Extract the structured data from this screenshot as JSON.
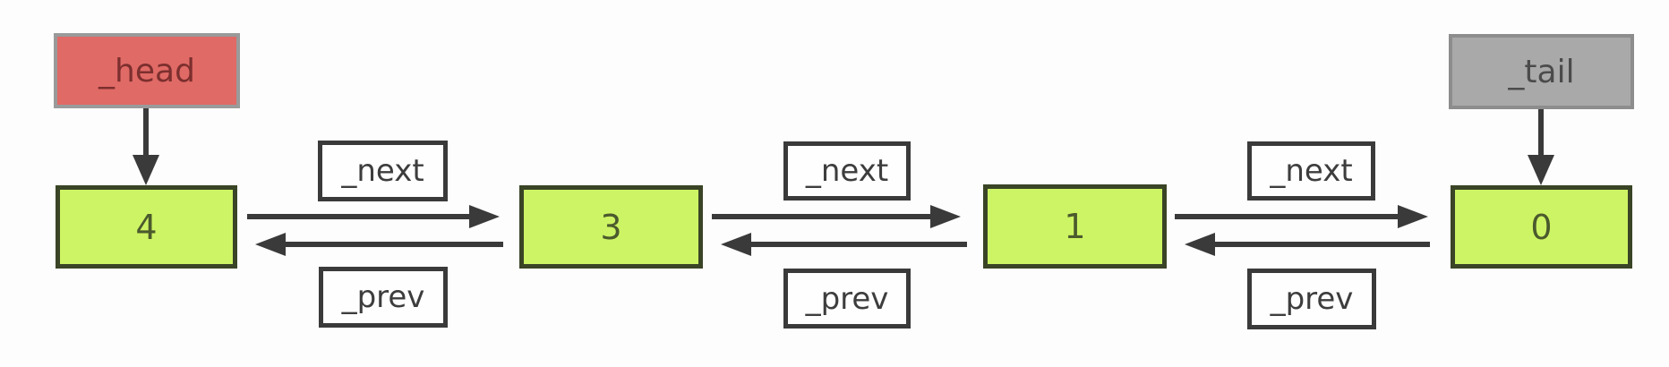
{
  "pointers": {
    "head": {
      "label": "_head"
    },
    "tail": {
      "label": "_tail"
    }
  },
  "nodes": [
    {
      "value": "4"
    },
    {
      "value": "3"
    },
    {
      "value": "1"
    },
    {
      "value": "0"
    }
  ],
  "edges": [
    {
      "next_label": "_next",
      "prev_label": "_prev"
    },
    {
      "next_label": "_next",
      "prev_label": "_prev"
    },
    {
      "next_label": "_next",
      "prev_label": "_prev"
    }
  ],
  "colors": {
    "head_fill": "#e06a66",
    "head_border": "#9a9a9a",
    "head_text": "#7c2f2e",
    "tail_fill": "#a9a9a9",
    "tail_border": "#8d8d8d",
    "tail_text": "#4b4b4b",
    "node_fill": "#cdf464",
    "node_border": "#3a4426",
    "node_text": "#4b5a2d",
    "label_box_fill": "#fefefe",
    "label_box_border": "#3a3a3a",
    "label_text": "#3d3d3d",
    "arrow": "#3a3a3a",
    "background": "#fdfdfd"
  }
}
